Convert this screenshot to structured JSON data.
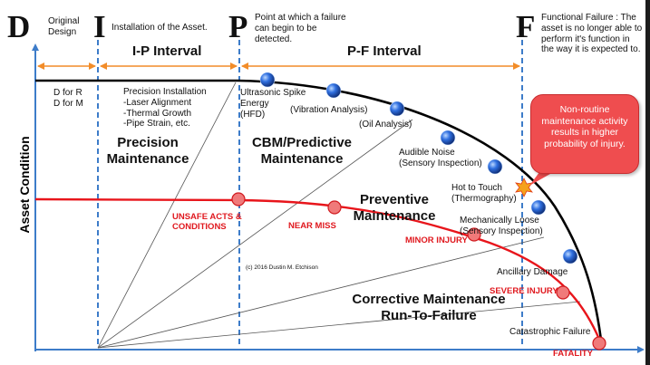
{
  "stages": {
    "d": {
      "letter": "D",
      "text": "Original\nDesign"
    },
    "i": {
      "letter": "I",
      "text": "Installation of the Asset."
    },
    "p": {
      "letter": "P",
      "text": "Point at which a failure\ncan begin to be\ndetected."
    },
    "f": {
      "letter": "F",
      "text": "Functional Failure : The\nasset is no longer able to\nperform it's function in\nthe way it is expected to."
    }
  },
  "intervals": {
    "ip": "I-P Interval",
    "pf": "P-F Interval"
  },
  "axis": {
    "y_label": "Asset Condition"
  },
  "left_notes": "D for R\nD for M",
  "precision_notes": "Precision Installation\n-Laser Alignment\n-Thermal Growth\n-Pipe Strain, etc.",
  "regions": {
    "precision": "Precision\nMaintenance",
    "predictive": "CBM/Predictive\nMaintenance",
    "preventive": "Preventive\nMaintenance",
    "corrective": "Corrective Maintenance\nRun-To-Failure"
  },
  "detection_points": [
    "Ultrasonic Spike\nEnergy\n(HFD)",
    "(Vibration Analysis)",
    "(Oil Analysis)",
    "Audible Noise\n(Sensory Inspection)",
    "Hot to Touch\n(Thermography)",
    "Mechanically Loose\n(Sensory Inspection)",
    "Ancillary Damage",
    "Catastrophic Failure"
  ],
  "safety_points": [
    "UNSAFE ACTS &\nCONDITIONS",
    "NEAR MISS",
    "MINOR INJURY",
    "SEVERE INJURY",
    "FATALITY"
  ],
  "copyright": "(c) 2016 Dustin M. Etchison",
  "callout": "Non-routine\nmaintenance activity\nresults in higher\nprobability of injury.",
  "colors": {
    "axis": "#3d7cc9",
    "interval_arrow": "#f28c28",
    "safety_curve": "#e8151b",
    "failure_curve": "#000000",
    "callout": "#ef4d4f",
    "safety_marker": "#f07a7a",
    "detection_marker": "#2a5bd7"
  }
}
